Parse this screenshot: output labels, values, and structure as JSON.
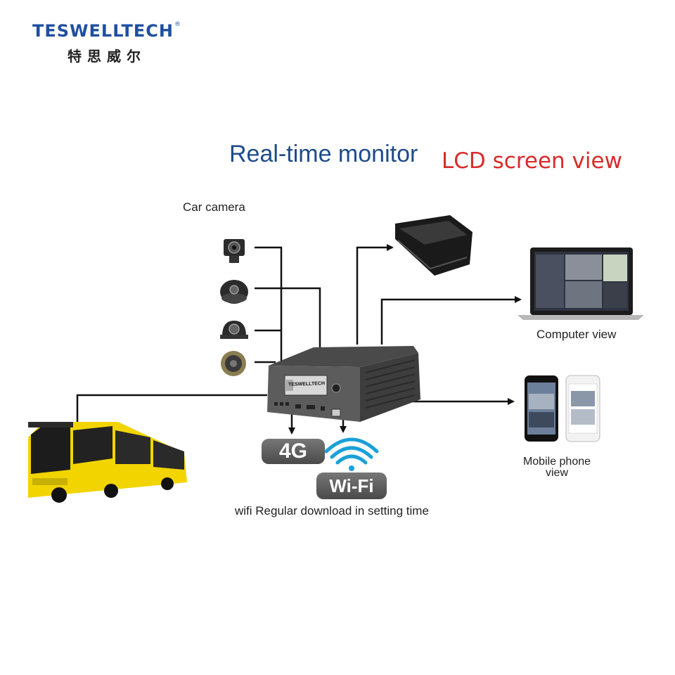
{
  "brand": {
    "name": "TESWELLTECH",
    "mark": "®",
    "chinese": "特思威尔"
  },
  "titles": {
    "realtime": "Real-time monitor",
    "lcd": "LCD screen view"
  },
  "labels": {
    "car_camera": "Car camera",
    "computer": "Computer view",
    "mobile_line1": "Mobile phone",
    "mobile_line2": "view",
    "wifi_note": "wifi Regular download in setting time",
    "dvr_brand": "TESWELLTECH"
  },
  "badges": {
    "four_g": "4G",
    "wifi": "Wi-Fi"
  },
  "colors": {
    "brand_blue": "#1f4fa0",
    "title_blue": "#1e4b8a",
    "title_red": "#d92b2b",
    "bus_yellow": "#f2d400",
    "wifi_blue": "#1aa0d8"
  }
}
